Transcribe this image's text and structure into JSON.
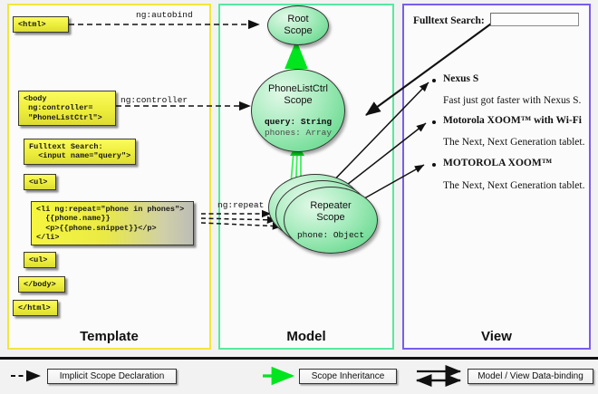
{
  "columns": [
    {
      "key": "template",
      "label": "Template",
      "border_color": "#f2e63c"
    },
    {
      "key": "model",
      "label": "Model",
      "border_color": "#57e9a0"
    },
    {
      "key": "view",
      "label": "View",
      "border_color": "#7a5cf0"
    }
  ],
  "template": {
    "boxes": [
      {
        "id": "html-open",
        "text": "<html>"
      },
      {
        "id": "body-open",
        "text": "<body\n ng:controller=\n \"PhoneListCtrl\">"
      },
      {
        "id": "fulltext-search",
        "text": "Fulltext Search:\n  <input name=\"query\">"
      },
      {
        "id": "ul-open",
        "text": "<ul>"
      },
      {
        "id": "li-repeat",
        "text": "<li ng:repeat=\"phone in phones\">\n  {{phone.name}}\n  <p>{{phone.snippet}}</p>\n</li>"
      },
      {
        "id": "ul-close",
        "text": "<ul>"
      },
      {
        "id": "body-close",
        "text": "</body>"
      },
      {
        "id": "html-close",
        "text": "</html>"
      }
    ]
  },
  "model": {
    "scopes": [
      {
        "id": "root-scope",
        "title": "Root\nScope",
        "props": []
      },
      {
        "id": "phonelistctrl-scope",
        "title": "PhoneListCtrl\nScope",
        "props": [
          {
            "text": "query: String",
            "emphasis": "bold"
          },
          {
            "text": "phones: Array",
            "emphasis": "dim"
          }
        ]
      },
      {
        "id": "repeater-scope",
        "title": "Repeater\nScope",
        "props": [
          {
            "text": "phone: Object",
            "emphasis": "dim"
          }
        ]
      }
    ]
  },
  "view": {
    "search_label": "Fulltext Search:",
    "search_value": "",
    "phones": [
      {
        "name": "Nexus S",
        "snippet": "Fast just got faster with Nexus S."
      },
      {
        "name": "Motorola XOOM™  with Wi-Fi",
        "snippet": "The Next, Next Generation tablet."
      },
      {
        "name": "MOTOROLA XOOM™",
        "snippet": "The Next, Next Generation tablet."
      }
    ]
  },
  "edge_labels": [
    {
      "id": "ng-autobind",
      "text": "ng:autobind"
    },
    {
      "id": "ng-controller",
      "text": "ng:controller"
    },
    {
      "id": "ng-repeat",
      "text": "ng:repeat"
    }
  ],
  "legend": [
    {
      "id": "implicit-scope-declaration",
      "label": "Implicit Scope Declaration",
      "arrow": "dashed-black"
    },
    {
      "id": "scope-inheritance",
      "label": "Scope Inheritance",
      "arrow": "solid-green"
    },
    {
      "id": "model-view-data-binding",
      "label": "Model / View Data-binding",
      "arrow": "double-black"
    }
  ],
  "colors": {
    "template_border": "#f2e63c",
    "model_border": "#57e9a0",
    "view_border": "#7a5cf0",
    "scope_green": "#73dd97",
    "code_yellow": "#ededad",
    "inheritance_green": "#00e51e"
  }
}
